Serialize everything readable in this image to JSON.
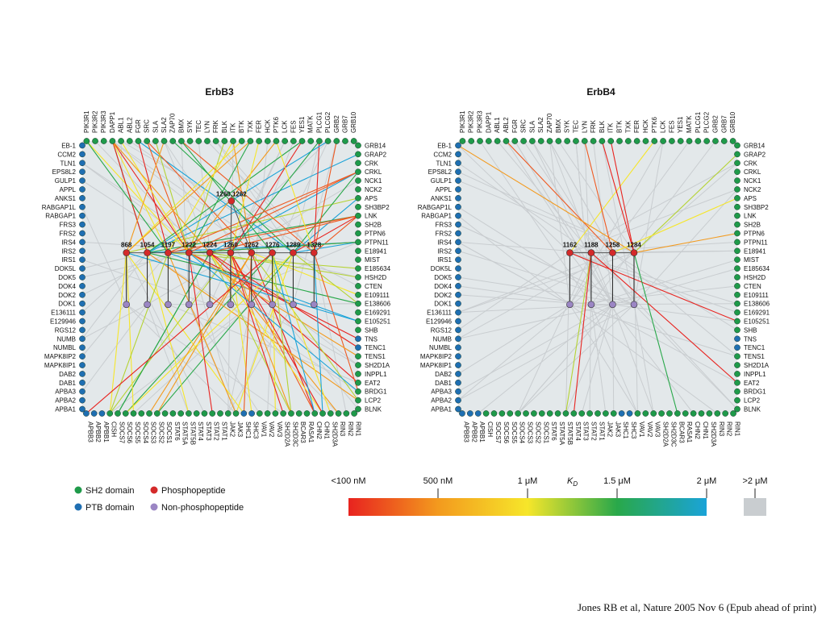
{
  "colors": {
    "panel_bg": "#e3e8ea",
    "sh2": "#1f9a4a",
    "ptb": "#1f6fb2",
    "phospho": "#d42a2a",
    "nonphospho": "#9b86c4",
    "grey_line": "#c9cdd0"
  },
  "citation": "Jones RB et al, Nature 2005 Nov 6 (Epub ahead of print)",
  "legend": {
    "sh2": "SH2 domain",
    "ptb": "PTB domain",
    "phospho": "Phosphopeptide",
    "nonphospho": "Non-phosphopeptide"
  },
  "scale": {
    "kd_label": "K",
    "kd_sub": "D",
    "ticks": [
      "<100 nM",
      "500 nM",
      "1 μM",
      "1.5 μM",
      "2 μM"
    ],
    "grey_label": ">2 μM",
    "gradient": [
      "#e8231f",
      "#f39a1e",
      "#f6e62a",
      "#29a84a",
      "#1aa3d8"
    ]
  },
  "panels": [
    {
      "title": "ErbB3",
      "top": [
        "PIK3R1",
        "PIK3R2",
        "PIK3R3",
        "DAPP1",
        "ABL1",
        "ABL2",
        "FGR",
        "SRC",
        "SLA",
        "SLA2",
        "ZAP70",
        "BMX",
        "SYK",
        "TEC",
        "LYN",
        "FRK",
        "BLK",
        "ITK",
        "BTK",
        "TXK",
        "FER",
        "HCK",
        "PTK6",
        "LCK",
        "FES",
        "YES1",
        "MATK",
        "PLCG1",
        "PLCG2",
        "GRB2",
        "GRB7",
        "GRB10"
      ],
      "left": [
        "EB-1",
        "CCM2",
        "TLN1",
        "EPS8L2",
        "GULP1",
        "APPL",
        "ANKS1",
        "RABGAP1L",
        "RABGAP1",
        "FRS3",
        "FRS2",
        "IRS4",
        "IRS2",
        "IRS1",
        "DOK5L",
        "DOK5",
        "DOK4",
        "DOK2",
        "DOK1",
        "E136111",
        "E129946",
        "RGS12",
        "NUMB",
        "NUMBL",
        "MAPK8IP2",
        "MAPK8IP1",
        "DAB2",
        "DAB1",
        "APBA3",
        "APBA2",
        "APBA1"
      ],
      "right": [
        "GRB14",
        "GRAP2",
        "CRK",
        "CRKL",
        "NCK1",
        "NCK2",
        "APS",
        "SH3BP2",
        "LNK",
        "SH2B",
        "PTPN6",
        "PTPN11",
        "E18941",
        "MIST",
        "E185634",
        "HSH2D",
        "CTEN",
        "E109111",
        "E138606",
        "E169291",
        "E105251",
        "SHB",
        "TNS",
        "TENC1",
        "TENS1",
        "SH2D1A",
        "INPPL1",
        "EAT2",
        "BRDG1",
        "LCP2",
        "BLNK"
      ],
      "bottom": [
        "APBB3",
        "APBB2",
        "APBB1",
        "CISH",
        "SOCS7",
        "SOCS6",
        "SOCS5",
        "SOCS4",
        "SOCS3",
        "SOCS2",
        "SOCS1",
        "STAT6",
        "STAT5A",
        "STAT5B",
        "STAT4",
        "STAT3",
        "STAT2",
        "STAT1",
        "JAK2",
        "JAK3",
        "SHC1",
        "SHC3",
        "VAV1",
        "VAV2",
        "VAV3",
        "SH2D2A",
        "SH2D3C",
        "BCAR3",
        "RASA1",
        "CHN2",
        "CHN1",
        "SH2D3A",
        "RIN3",
        "RIN2",
        "RIN1"
      ],
      "sites": [
        "868",
        "1054",
        "1197",
        "1222",
        "1224",
        "1260",
        "1262",
        "1276",
        "1289",
        "1328"
      ],
      "extra_site": "1260,1262"
    },
    {
      "title": "ErbB4",
      "top": [
        "PIK3R1",
        "PIK3R2",
        "PIK3R3",
        "DAPP1",
        "ABL1",
        "ABL2",
        "FGR",
        "SRC",
        "SLA",
        "SLA2",
        "ZAP70",
        "BMX",
        "SYK",
        "TEC",
        "LYN",
        "FRK",
        "BLK",
        "ITK",
        "BTK",
        "TXK",
        "FER",
        "HCK",
        "PTK6",
        "LCK",
        "FES",
        "YES1",
        "MATK",
        "PLCG1",
        "PLCG2",
        "GRB2",
        "GRB7",
        "GRB10"
      ],
      "left": [
        "EB-1",
        "CCM2",
        "TLN1",
        "EPS8L2",
        "GULP1",
        "APPL",
        "ANKS1",
        "RABGAP1L",
        "RABGAP1",
        "FRS3",
        "FRS2",
        "IRS4",
        "IRS2",
        "IRS1",
        "DOK5L",
        "DOK5",
        "DOK4",
        "DOK2",
        "DOK1",
        "E136111",
        "E129946",
        "RGS12",
        "NUMB",
        "NUMBL",
        "MAPK8IP2",
        "MAPK8IP1",
        "DAB2",
        "DAB1",
        "APBA3",
        "APBA2",
        "APBA1"
      ],
      "right": [
        "GRB14",
        "GRAP2",
        "CRK",
        "CRKL",
        "NCK1",
        "NCK2",
        "APS",
        "SH3BP2",
        "LNK",
        "SH2B",
        "PTPN6",
        "PTPN11",
        "E18941",
        "MIST",
        "E185634",
        "HSH2D",
        "CTEN",
        "E109111",
        "E138606",
        "E169291",
        "E105251",
        "SHB",
        "TNS",
        "TENC1",
        "TENS1",
        "SH2D1A",
        "INPPL1",
        "EAT2",
        "BRDG1",
        "LCP2",
        "BLNK"
      ],
      "bottom": [
        "APBB3",
        "APBB2",
        "APBB1",
        "CISH",
        "SOCS7",
        "SOCS6",
        "SOCS5",
        "SOCS4",
        "SOCS3",
        "SOCS2",
        "SOCS1",
        "STAT6",
        "STAT5A",
        "STAT5B",
        "STAT4",
        "STAT3",
        "STAT2",
        "STAT1",
        "JAK2",
        "JAK3",
        "SHC1",
        "SHC3",
        "VAV1",
        "VAV2",
        "VAV3",
        "SH2D2A",
        "SH2D3C",
        "BCAR3",
        "RASA1",
        "CHN2",
        "CHN1",
        "SH2D3A",
        "RIN3",
        "RIN2",
        "RIN1"
      ],
      "sites": [
        "1162",
        "1188",
        "1258",
        "1284"
      ],
      "extra_site": ""
    }
  ]
}
